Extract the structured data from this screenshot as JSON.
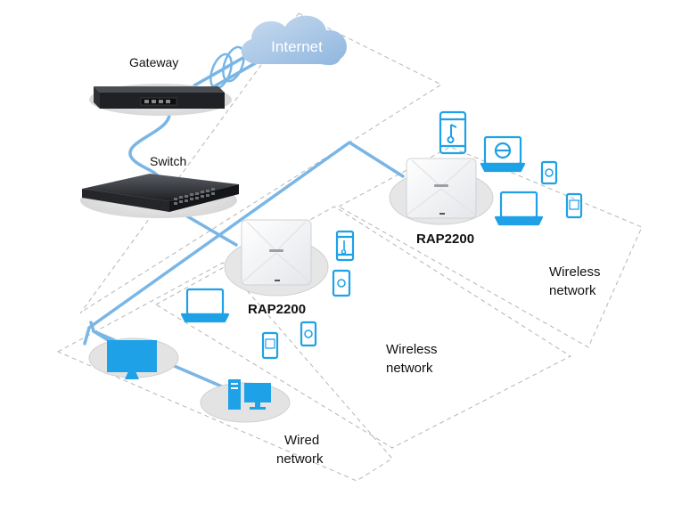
{
  "diagram": {
    "internet_label": "Internet",
    "gateway_label": "Gateway",
    "switch_label": "Switch",
    "ap_right_label": "RAP2200",
    "ap_left_label": "RAP2200",
    "wireless_right_line1": "Wireless",
    "wireless_right_line2": "network",
    "wireless_left_line1": "Wireless",
    "wireless_left_line2": "network",
    "wired_line1": "Wired",
    "wired_line2": "network",
    "icons": [
      "cloud-icon",
      "gateway-router-icon",
      "switch-icon",
      "access-point-icon",
      "smartphone-icon",
      "tablet-icon",
      "laptop-icon",
      "ie-monitor-icon",
      "desktop-pc-icon",
      "projector-screen-icon"
    ],
    "colors": {
      "link": "#79b6e6",
      "device": "#1ea1e6",
      "cloud": "#a4c6e6",
      "dash": "#b3b3b3",
      "shadow": "#dedede"
    }
  }
}
